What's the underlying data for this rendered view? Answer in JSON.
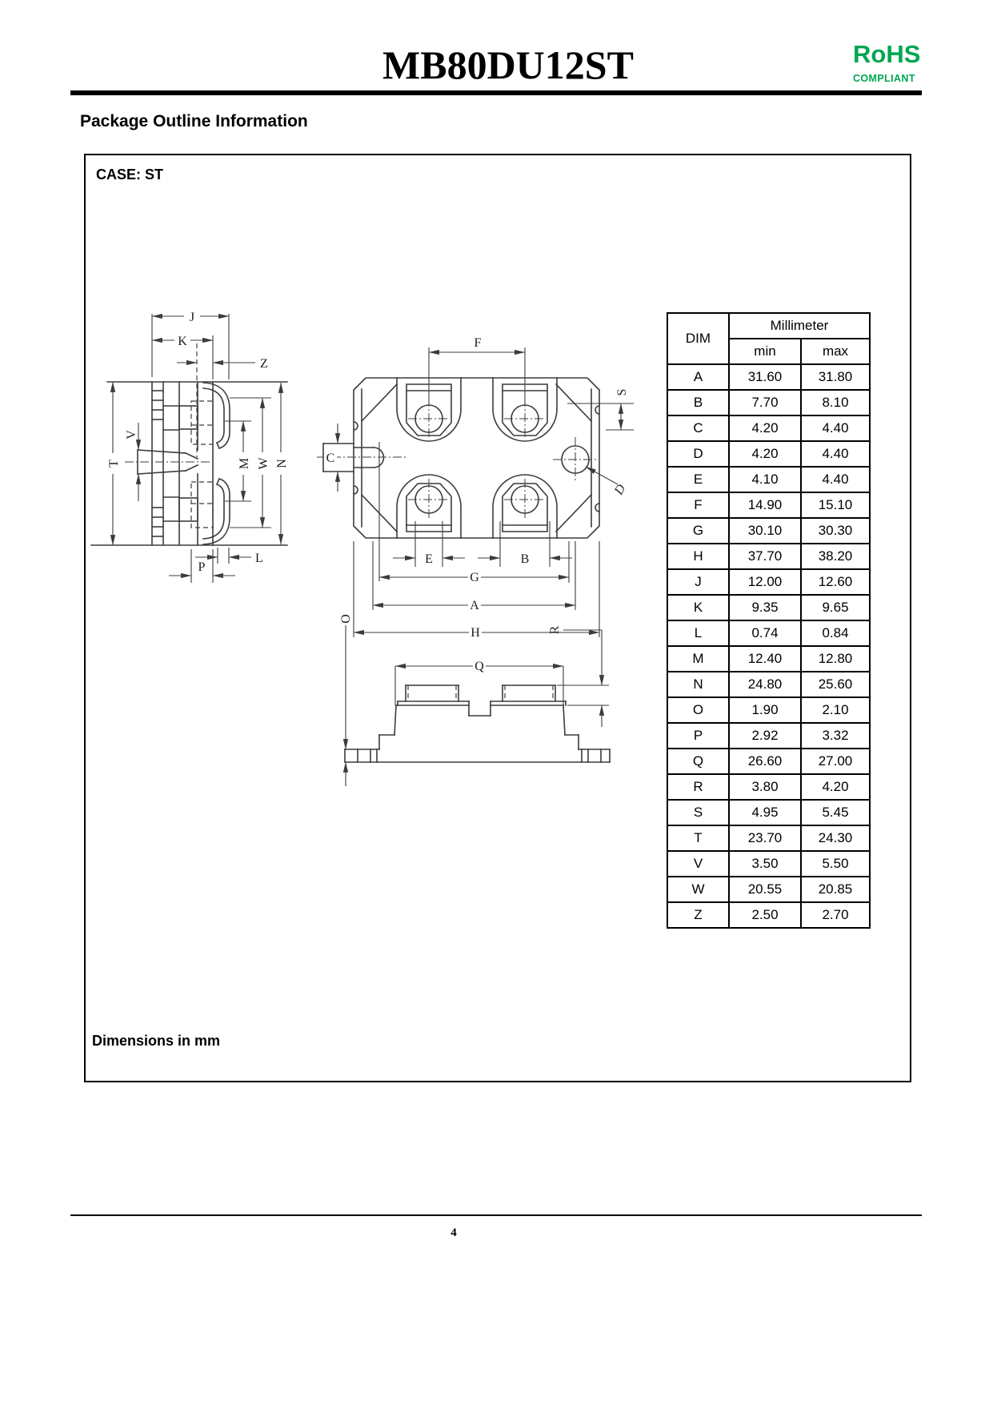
{
  "header": {
    "title": "MB80DU12ST",
    "rohs_line1": "RoHS",
    "rohs_line2": "COMPLIANT",
    "rohs_color": "#00a651"
  },
  "section": {
    "heading": "Package Outline Information",
    "case_label": "CASE: ST",
    "note": "Dimensions in mm"
  },
  "footer": {
    "page_number": "4"
  },
  "dimension_table": {
    "headers": {
      "dim": "DIM",
      "unit": "Millimeter",
      "min": "min",
      "max": "max"
    },
    "rows": [
      [
        "A",
        "31.60",
        "31.80"
      ],
      [
        "B",
        "7.70",
        "8.10"
      ],
      [
        "C",
        "4.20",
        "4.40"
      ],
      [
        "D",
        "4.20",
        "4.40"
      ],
      [
        "E",
        "4.10",
        "4.40"
      ],
      [
        "F",
        "14.90",
        "15.10"
      ],
      [
        "G",
        "30.10",
        "30.30"
      ],
      [
        "H",
        "37.70",
        "38.20"
      ],
      [
        "J",
        "12.00",
        "12.60"
      ],
      [
        "K",
        "9.35",
        "9.65"
      ],
      [
        "L",
        "0.74",
        "0.84"
      ],
      [
        "M",
        "12.40",
        "12.80"
      ],
      [
        "N",
        "24.80",
        "25.60"
      ],
      [
        "O",
        "1.90",
        "2.10"
      ],
      [
        "P",
        "2.92",
        "3.32"
      ],
      [
        "Q",
        "26.60",
        "27.00"
      ],
      [
        "R",
        "3.80",
        "4.20"
      ],
      [
        "S",
        "4.95",
        "5.45"
      ],
      [
        "T",
        "23.70",
        "24.30"
      ],
      [
        "V",
        "3.50",
        "5.50"
      ],
      [
        "W",
        "20.55",
        "20.85"
      ],
      [
        "Z",
        "2.50",
        "2.70"
      ]
    ]
  },
  "labels": {
    "A": "A",
    "B": "B",
    "C": "C",
    "D": "D",
    "E": "E",
    "F": "F",
    "G": "G",
    "H": "H",
    "J": "J",
    "K": "K",
    "L": "L",
    "M": "M",
    "N": "N",
    "O": "O",
    "P": "P",
    "Q": "Q",
    "R": "R",
    "S": "S",
    "T": "T",
    "V": "V",
    "W": "W",
    "Z": "Z"
  }
}
